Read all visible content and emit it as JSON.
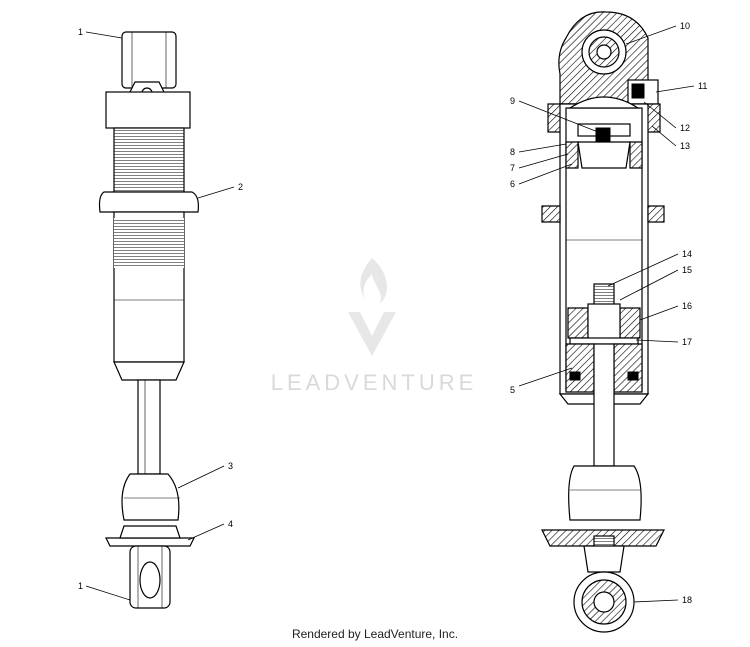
{
  "watermark": {
    "brand": "LEADVENTURE"
  },
  "footer": {
    "text": "Rendered by LeadVenture, Inc."
  },
  "callouts": {
    "c1a": "1",
    "c2": "2",
    "c3": "3",
    "c4": "4",
    "c1b": "1",
    "c10": "10",
    "c11": "11",
    "c12": "12",
    "c13": "13",
    "c9": "9",
    "c8": "8",
    "c7": "7",
    "c6": "6",
    "c14": "14",
    "c15": "15",
    "c16": "16",
    "c17": "17",
    "c5": "5",
    "c18": "18"
  }
}
